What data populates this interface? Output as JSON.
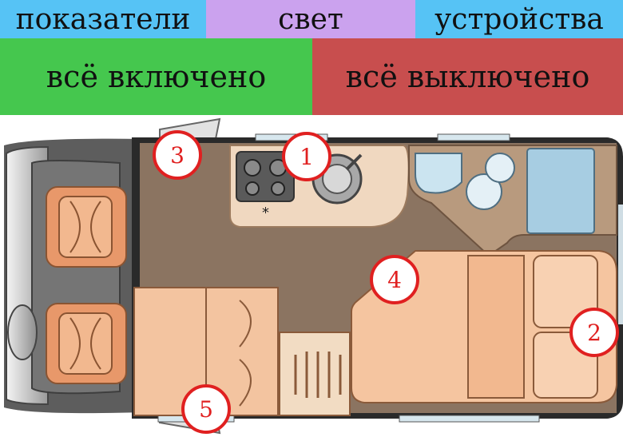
{
  "tabs": [
    {
      "label": "показатели",
      "color": "#56c3f5"
    },
    {
      "label": "свет",
      "color": "#cba2ee"
    },
    {
      "label": "устройства",
      "color": "#56c3f5"
    }
  ],
  "buttons": {
    "all_on": {
      "label": "всё включено",
      "color": "#45c74e"
    },
    "all_off": {
      "label": "всё выключено",
      "color": "#c84e4e"
    }
  },
  "plan": {
    "markers": [
      {
        "label": "1"
      },
      {
        "label": "2"
      },
      {
        "label": "3"
      },
      {
        "label": "4"
      },
      {
        "label": "5"
      }
    ],
    "fridge_symbol": "*",
    "colors": {
      "floor": "#8b7461",
      "bed": "#f5c5a0",
      "seat": "#e8986a",
      "marker": "#e02020"
    }
  }
}
